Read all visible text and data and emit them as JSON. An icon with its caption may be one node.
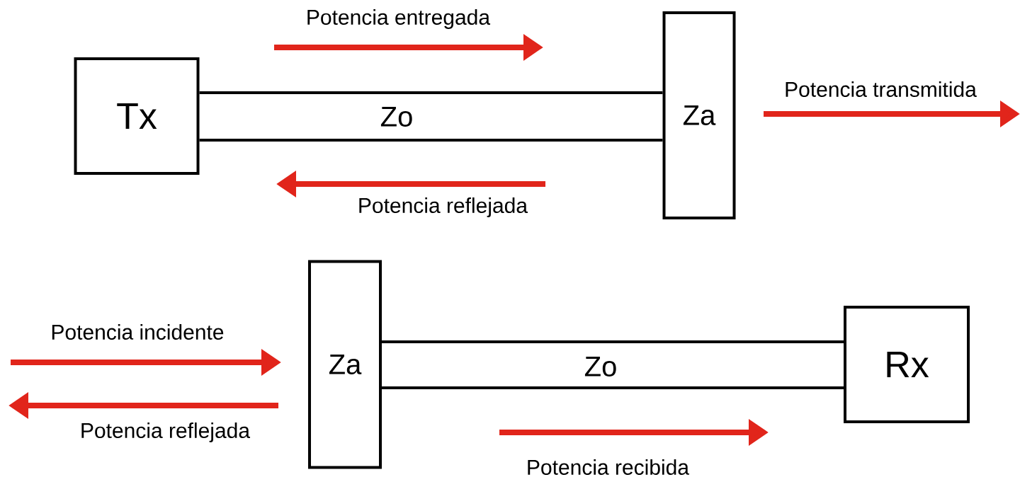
{
  "diagram": {
    "nodes": [
      {
        "text": [
          "Tx"
        ]
      },
      {
        "text": [
          "Za"
        ]
      },
      {
        "text": [
          "Za"
        ]
      },
      {
        "text": [
          "Rx"
        ]
      }
    ],
    "edges": [
      {
        "from": 0,
        "to": 1,
        "arrow": "none"
      },
      {
        "from": 0,
        "to": 1,
        "arrow": "none"
      },
      {
        "from": 2,
        "to": 3,
        "arrow": "none"
      },
      {
        "from": 2,
        "to": 3,
        "arrow": "none"
      }
    ],
    "labels": [
      "Potencia entregada",
      "Potencia transmitida",
      "Zo",
      "Potencia reflejada",
      "Potencia incidente",
      "Zo",
      "Potencia reflejada",
      "Potencia recibida"
    ]
  }
}
